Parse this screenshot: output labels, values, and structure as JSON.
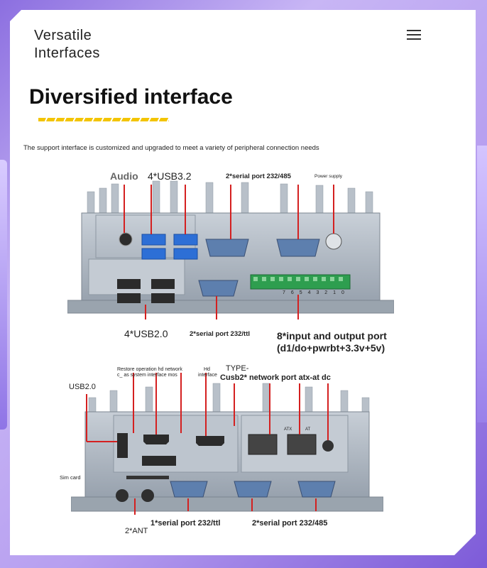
{
  "header": {
    "brand_line1": "Versatile",
    "brand_line2": "Interfaces",
    "menu_icon": "hamburger-icon"
  },
  "section": {
    "title": "Diversified interface",
    "accent_color": "#f3c400",
    "subtitle": "The support interface is customized and upgraded to meet a variety of peripheral connection needs"
  },
  "top_panel": {
    "audio": "Audio",
    "usb32": "4*USB3.2",
    "serial_232_485": "2*serial port 232/485",
    "power": "Power supply",
    "usb20": "4*USB2.0",
    "serial_232_ttl": "2*serial port 232/ttl",
    "io_line1": "8*input and output port",
    "io_line2": "(d1/do+pwrbt+3.3v+5v)",
    "io_pins": [
      "7",
      "6",
      "5",
      "4",
      "3",
      "2",
      "1",
      "0"
    ]
  },
  "bottom_panel": {
    "restore_line1": "Restore operation hd network",
    "restore_line2": "c_ as system interface mos",
    "hd_line1": "Hd",
    "hd_line2": "interface",
    "type_c": "TYPE-",
    "cusb_line": "Cusb2* network port atx-at dc",
    "usb20": "USB2.0",
    "sim": "Sim card",
    "ant": "2*ANT",
    "serial_ttl": "1*serial port 232/ttl",
    "serial_485": "2*serial port 232/485",
    "atx": "ATX",
    "at": "AT"
  }
}
